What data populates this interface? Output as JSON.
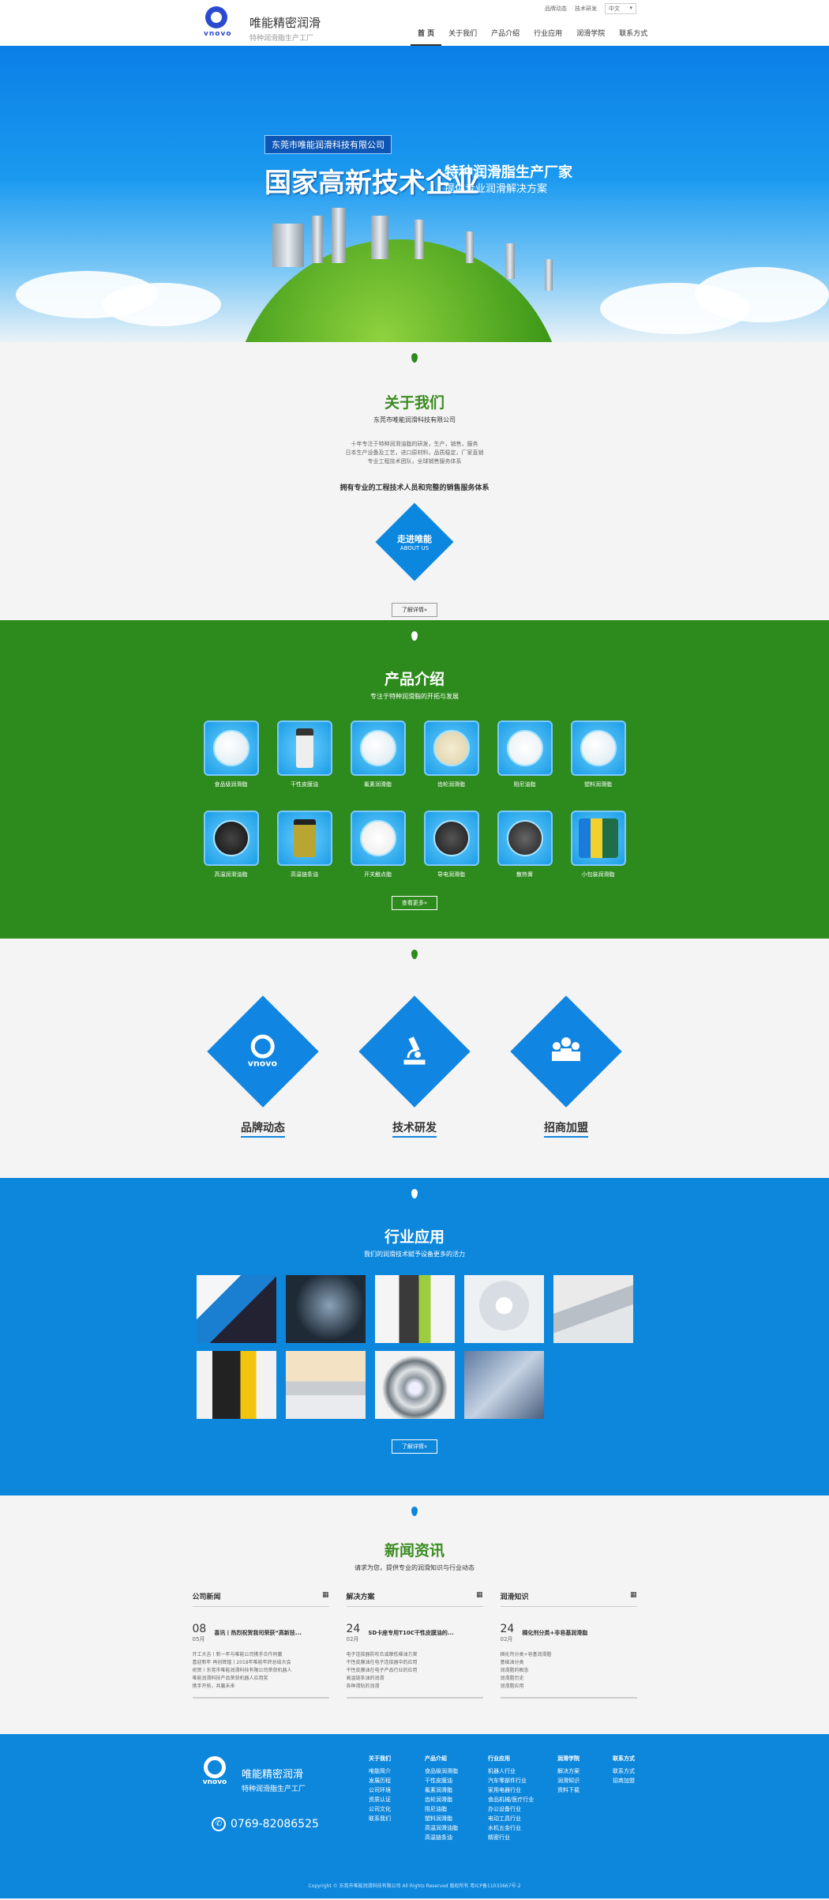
{
  "header": {
    "brand_cn": "唯能精密润滑",
    "brand_sub": "特种润滑脂生产工厂",
    "logo_word": "vnovo",
    "top_links": [
      "品牌动态",
      "技术研发"
    ],
    "lang": "中文",
    "nav": [
      "首 页",
      "关于我们",
      "产品介绍",
      "行业应用",
      "润滑学院",
      "联系方式"
    ]
  },
  "banner": {
    "company": "东莞市唯能润滑科技有限公司",
    "headline": "国家高新技术企业",
    "sub1": "特种润滑脂生产厂家",
    "sub2": "提供专业润滑解决方案"
  },
  "about": {
    "title": "关于我们",
    "company": "东莞市唯能润滑科技有限公司",
    "lines": [
      "十年专注于特种润滑油脂的研发，生产，销售，服务",
      "日本生产设备及工艺，进口原材料，品质稳定，厂家直销",
      "专业工程技术团队，全球销售服务体系"
    ],
    "strong": "拥有专业的工程技术人员和完整的销售服务体系",
    "diamond_cn": "走进唯能",
    "diamond_en": "ABOUT US",
    "more": "了解详情»"
  },
  "products": {
    "title": "产品介绍",
    "desc": "专注于特种润滑脂的开拓与发展",
    "items": [
      "食品级润滑脂",
      "干性皮膜油",
      "氟素润滑脂",
      "齿轮润滑脂",
      "阻尼油脂",
      "塑料润滑脂",
      "高温润滑油脂",
      "高温链条油",
      "开关触点脂",
      "导电润滑脂",
      "散热膏",
      "小包装润滑脂"
    ],
    "more": "查看更多»"
  },
  "services": {
    "items": [
      {
        "label": "品牌动态",
        "icon": "vnovo-logo-icon"
      },
      {
        "label": "技术研发",
        "icon": "microscope-icon"
      },
      {
        "label": "招商加盟",
        "icon": "people-icon"
      }
    ]
  },
  "industry": {
    "title": "行业应用",
    "desc": "我们的润滑技术赋予设备更多的活力",
    "more": "了解详情»",
    "images": [
      "robot-arm",
      "car-interior",
      "juicer",
      "ct-scanner",
      "printer",
      "power-drill",
      "faucet",
      "bearing",
      "circuit-board"
    ]
  },
  "news": {
    "title": "新闻资讯",
    "desc": "请求为您，提供专业的润滑知识与行业动态",
    "cols": [
      {
        "head": "公司新闻",
        "day": "08",
        "month": "05月",
        "title": "喜讯丨热烈祝贺我司荣获“高新技...",
        "list": [
          "开工大吉丨新一年与唯能公司携手合作同赢",
          "喜迎新年 再创辉煌丨2018年唯能年终总结大会",
          "祝贺丨东莞市唯能润滑科技有限公司荣获机器人",
          "唯能润滑科技产品荣获机器人应用奖",
          "携手开拓，共赢未来"
        ]
      },
      {
        "head": "解决方案",
        "day": "24",
        "month": "02月",
        "title": "SD卡座专用T10C干性皮膜油的...",
        "list": [
          "电子连接器防咬合减摩低噪油方案",
          "干性皮膜油在电子连接器中的应用",
          "干性皮膜油在电子产品行业的应用",
          "高温链条油的润滑",
          "各种滑轨的润滑"
        ]
      },
      {
        "head": "润滑知识",
        "day": "24",
        "month": "02月",
        "title": "稠化剂分类+非皂基润滑脂",
        "list": [
          "稠化剂分类+皂基润滑脂",
          "基础油分类",
          "润滑脂的概念",
          "润滑脂历史",
          "润滑脂应用"
        ]
      }
    ]
  },
  "footer": {
    "brand_a": "唯能精密润滑",
    "brand_b": "特种润滑脂生产工厂",
    "phone": "0769-82086525",
    "cols": [
      {
        "title": "关于我们",
        "items": [
          "唯能简介",
          "发展历程",
          "公司环境",
          "资质认证",
          "公司文化",
          "联系我们"
        ]
      },
      {
        "title": "产品介绍",
        "items": [
          "食品级润滑脂",
          "干性皮膜油",
          "氟素润滑脂",
          "齿轮润滑脂",
          "阻尼油脂",
          "塑料润滑脂",
          "高温润滑油脂",
          "高温链条油"
        ]
      },
      {
        "title": "行业应用",
        "items": [
          "机器人行业",
          "汽车零部件行业",
          "家用电器行业",
          "食品机械/医疗行业",
          "办公设备行业",
          "电动工具行业",
          "水机五金行业",
          "精密行业"
        ]
      },
      {
        "title": "润滑学院",
        "items": [
          "解决方案",
          "润滑知识",
          "资料下载"
        ]
      },
      {
        "title": "联系方式",
        "items": [
          "联系方式",
          "招商加盟"
        ]
      }
    ],
    "copyright": "Copyright © 东莞市唯能润滑科技有限公司 All Rights Reserved 版权所有  粤ICP备11033667号-2"
  },
  "colors": {
    "blue": "#0d87dc",
    "green": "#2d8a1c",
    "title_green": "#3c8c21"
  }
}
